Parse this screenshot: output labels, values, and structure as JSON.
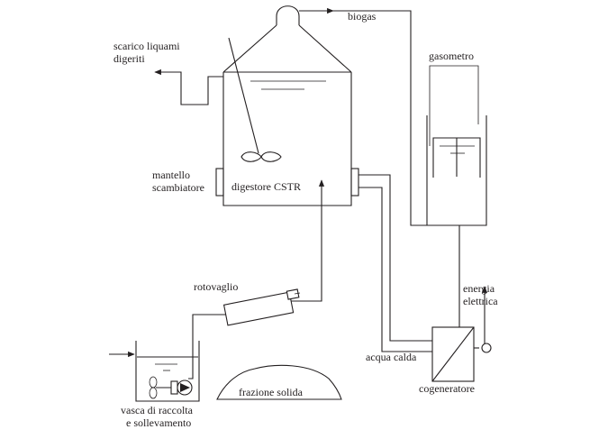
{
  "labels": {
    "biogas": "biogas",
    "scarico_line1": "scarico liquami",
    "scarico_line2": "digeriti",
    "gasometro": "gasometro",
    "mantello_line1": "mantello",
    "mantello_line2": "scambiatore",
    "digestore": "digestore CSTR",
    "rotovaglio": "rotovaglio",
    "energia_line1": "energia",
    "energia_line2": "elettrica",
    "acqua_calda": "acqua calda",
    "cogeneratore": "cogeneratore",
    "frazione_solida": "frazione solida",
    "vasca_line1": "vasca di raccolta",
    "vasca_line2": "e sollevamento"
  }
}
